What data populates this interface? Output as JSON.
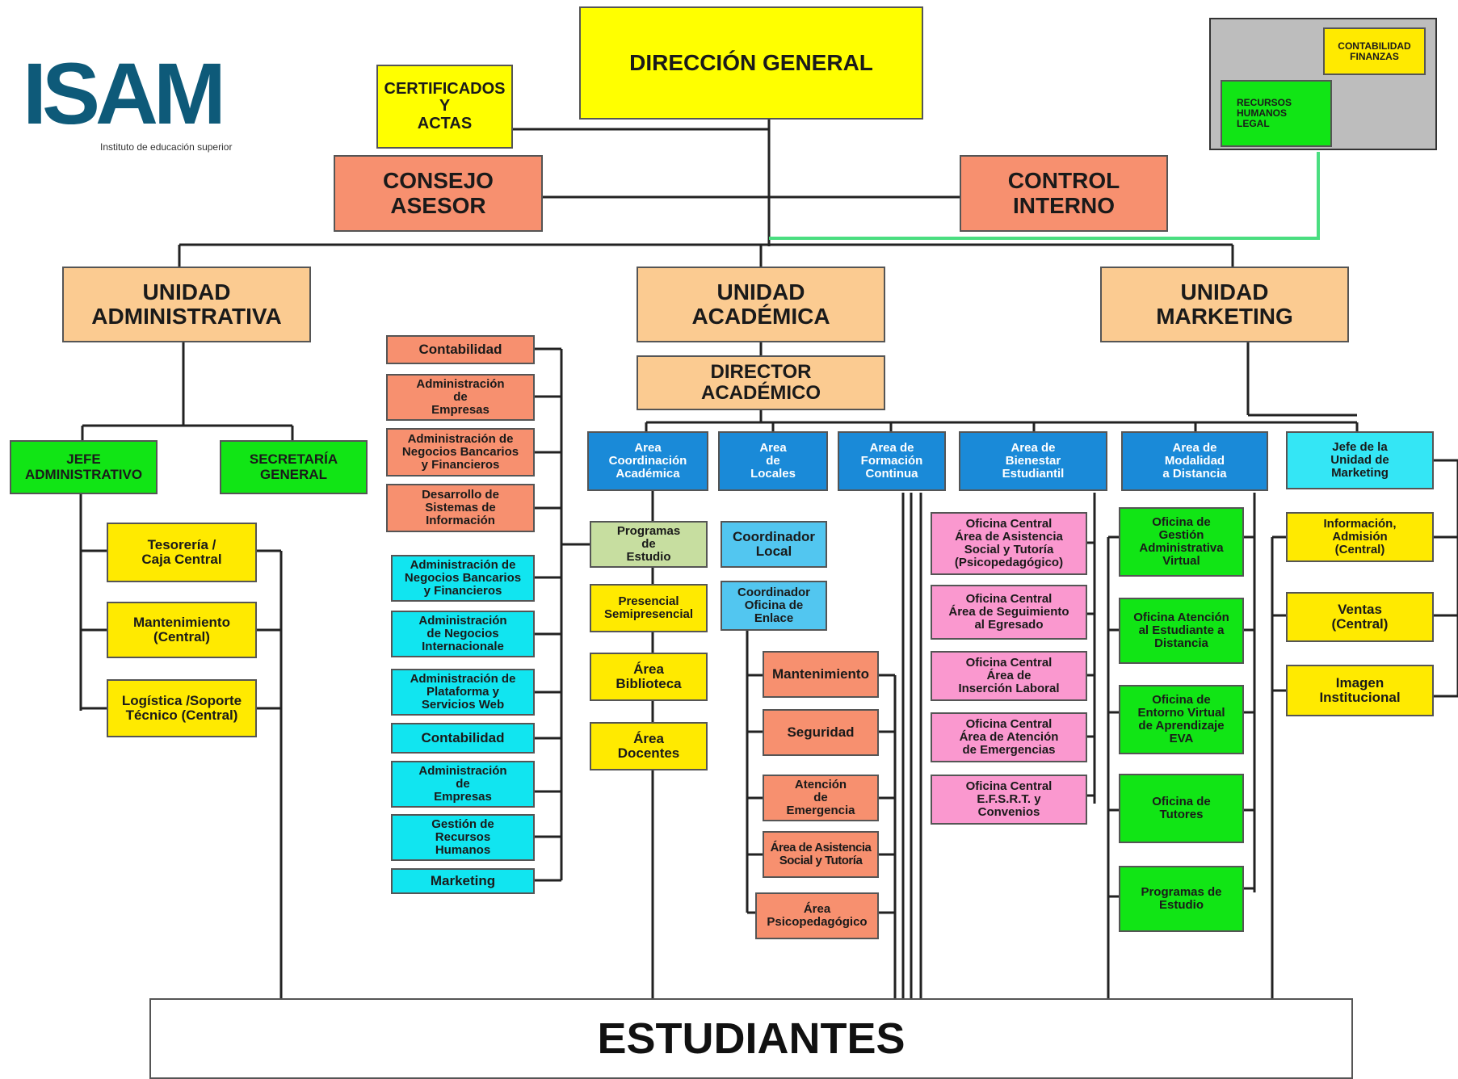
{
  "logo": {
    "brand": "ISAM",
    "subtitle": "Instituto de educación superior"
  },
  "top": {
    "direccion_general": "DIRECCIÓN GENERAL",
    "certificados": "CERTIFICADOS\nY\nACTAS",
    "consejo": "CONSEJO\nASESOR",
    "control": "CONTROL\nINTERNO",
    "contabilidad_finanzas": "CONTABILIDAD\nFINANZAS",
    "recursos_humanos": "RECURSOS\nHUMANOS\nLEGAL"
  },
  "units": {
    "administrativa": "UNIDAD\nADMINISTRATIVA",
    "academica": "UNIDAD\nACADÉMICA",
    "marketing": "UNIDAD\nMARKETING",
    "director_academico": "DIRECTOR\nACADÉMICO"
  },
  "administrativa": {
    "jefe": "JEFE\nADMINISTRATIVO",
    "secretaria": "SECRETARÍA\nGENERAL",
    "items": [
      "Tesorería /\nCaja Central",
      "Mantenimiento\n(Central)",
      "Logística /Soporte\nTécnico (Central)"
    ]
  },
  "programas_salmon": [
    "Contabilidad",
    "Administración\nde\nEmpresas",
    "Administración de\nNegocios Bancarios\ny Financieros",
    "Desarrollo de\nSistemas de\nInformación"
  ],
  "programas_cyan": [
    "Administración de\nNegocios Bancarios\ny Financieros",
    "Administración\nde Negocios\nInternacionale",
    "Administración de\nPlataforma y\nServicios Web",
    "Contabilidad",
    "Administración\nde\nEmpresas",
    "Gestión de\nRecursos\nHumanos",
    "Marketing"
  ],
  "areas": {
    "coordinacion": "Area\nCoordinación\nAcadémica",
    "locales": "Area\nde\nLocales",
    "formacion": "Area de\nFormación\nContinua",
    "bienestar": "Area de\nBienestar\nEstudiantil",
    "modalidad": "Area de\nModalidad\na Distancia",
    "jefe_marketing": "Jefe de la\nUnidad de\nMarketing"
  },
  "coordinacion_items": [
    "Programas\nde\nEstudio",
    "Presencial\nSemipresencial",
    "Área\nBiblioteca",
    "Área\nDocentes"
  ],
  "locales_items": [
    "Coordinador\nLocal",
    "Coordinador\nOficina de\nEnlace"
  ],
  "locales_sub": [
    "Mantenimiento",
    "Seguridad",
    "Atención\nde\nEmergencia",
    "Área de Asistencia\nSocial y Tutoría",
    "Área\nPsicopedagógico"
  ],
  "bienestar_items": [
    "Oficina Central\nÁrea de Asistencia\nSocial y Tutoría\n(Psicopedagógico)",
    "Oficina Central\nÁrea de Seguimiento\nal Egresado",
    "Oficina Central\nÁrea de\nInserción Laboral",
    "Oficina Central\nÁrea de Atención\nde Emergencias",
    "Oficina Central\nE.F.S.R.T. y\nConvenios"
  ],
  "modalidad_items": [
    "Oficina de\nGestión\nAdministrativa\nVirtual",
    "Oficina Atención\nal Estudiante a\nDistancia",
    "Oficina de\nEntorno Virtual\nde Aprendizaje\nEVA",
    "Oficina de\nTutores",
    "Programas de\nEstudio"
  ],
  "marketing_items": [
    "Información,\nAdmisión\n(Central)",
    "Ventas\n(Central)",
    "Imagen\nInstitucional"
  ],
  "students": "ESTUDIANTES",
  "colors": {
    "top": "#ffff00",
    "advisory": "#f7906f",
    "unit": "#fbcb91",
    "staff_green": "#11e515",
    "gold": "#ffea00",
    "area_blue": "#1a8ad8",
    "program_cyan": "#11e5f0",
    "office_pink": "#fa98cf",
    "program_olive": "#c7dea0",
    "accent_line": "#4ade80",
    "logo_blue": "#0e5a79"
  }
}
